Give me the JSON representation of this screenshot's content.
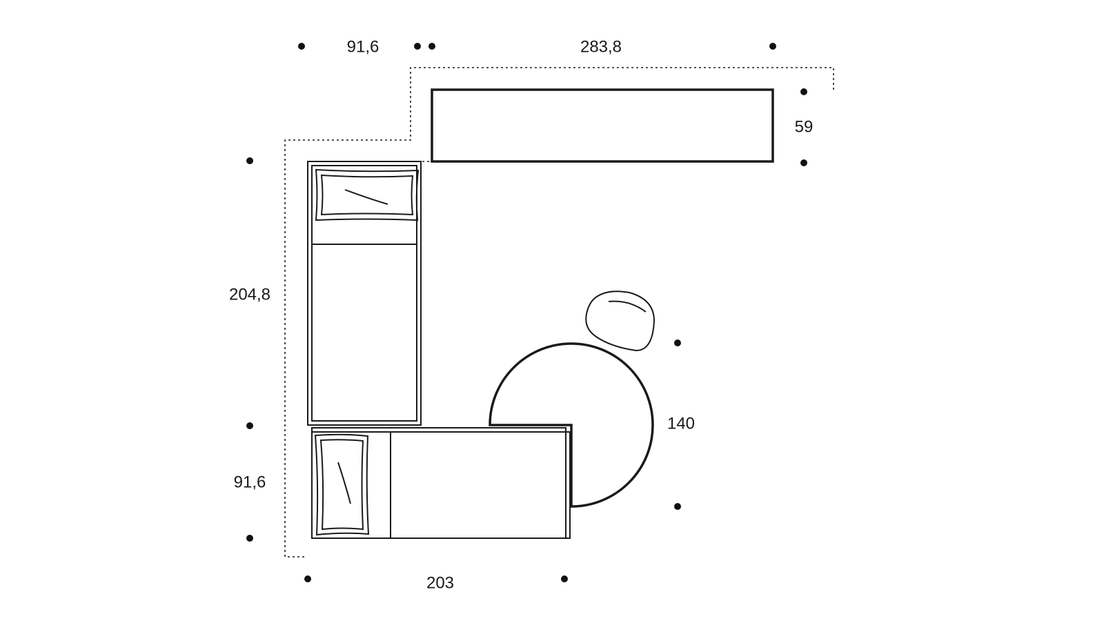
{
  "dimensions": {
    "top_left_width": "91,6",
    "top_desk_width": "283,8",
    "top_desk_depth": "59",
    "bed_vertical_length": "204,8",
    "bed_horizontal_width": "91,6",
    "bottom_bed_length": "203",
    "round_table_diameter": "140"
  },
  "colors": {
    "line": "#1a1a1a",
    "background": "#ffffff"
  },
  "icons": [
    "pillow-icon",
    "chair-icon"
  ]
}
